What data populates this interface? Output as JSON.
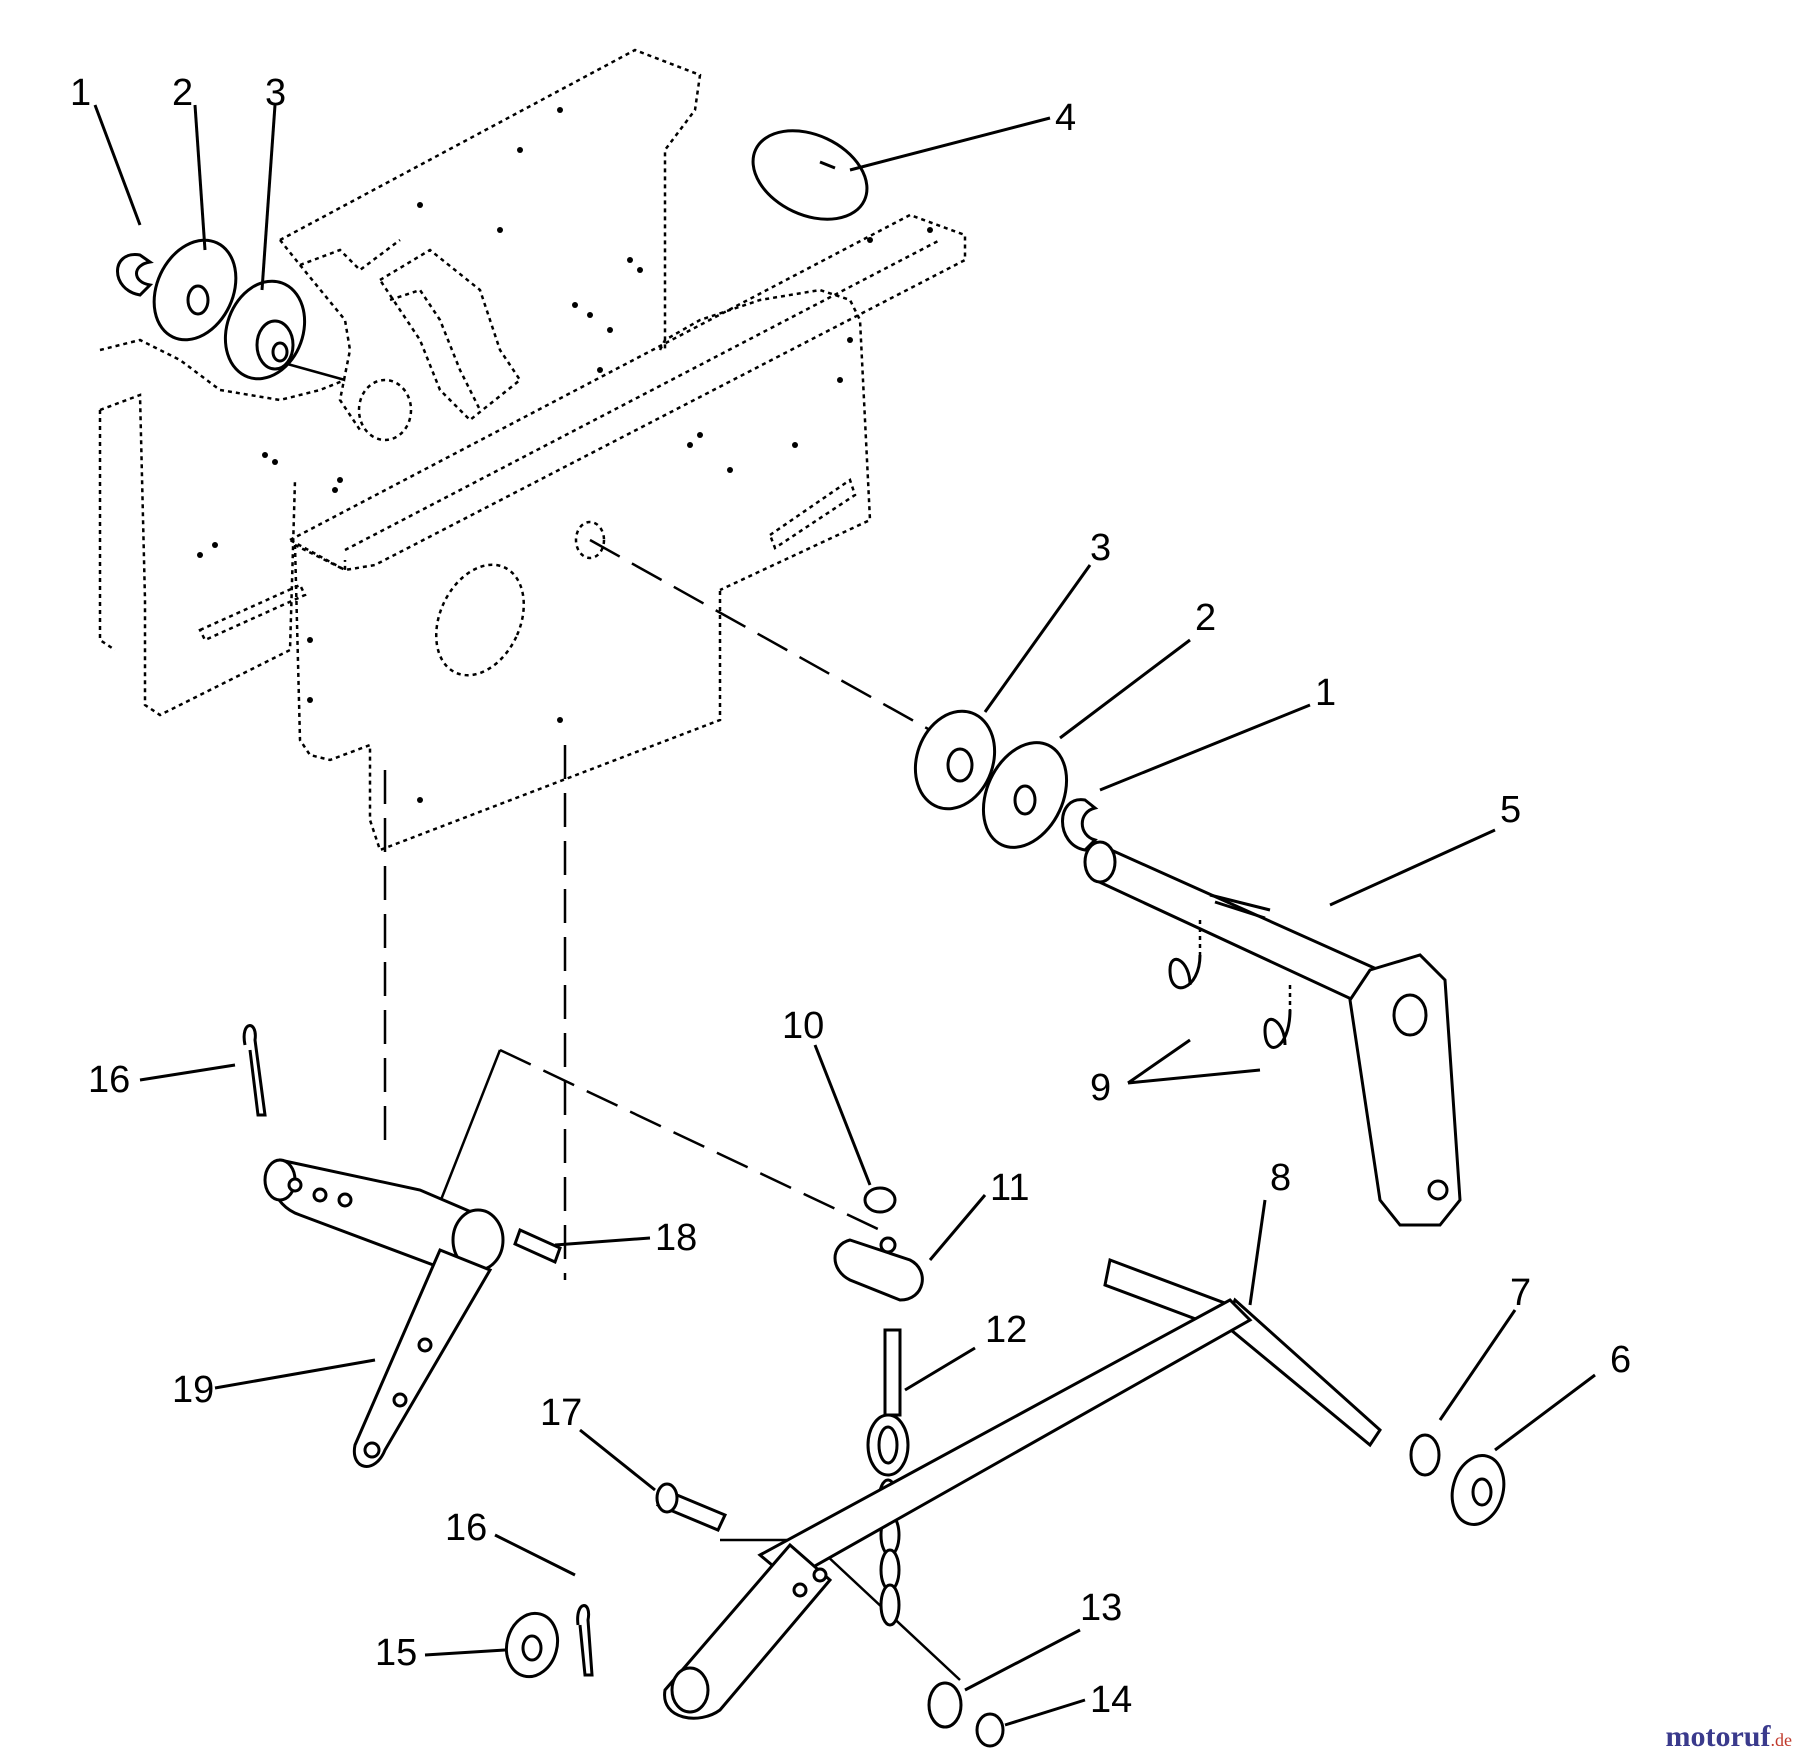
{
  "callouts": {
    "c1_top": "1",
    "c2_top": "2",
    "c3_top": "3",
    "c4": "4",
    "c3_mid": "3",
    "c2_mid": "2",
    "c1_mid": "1",
    "c5": "5",
    "c10": "10",
    "c11": "11",
    "c16_top": "16",
    "c9": "9",
    "c8": "8",
    "c18": "18",
    "c12": "12",
    "c7": "7",
    "c6": "6",
    "c19": "19",
    "c17": "17",
    "c16_bot": "16",
    "c15": "15",
    "c13": "13",
    "c14": "14"
  },
  "watermark": {
    "brand": "motoruf",
    "tld": ".de"
  }
}
